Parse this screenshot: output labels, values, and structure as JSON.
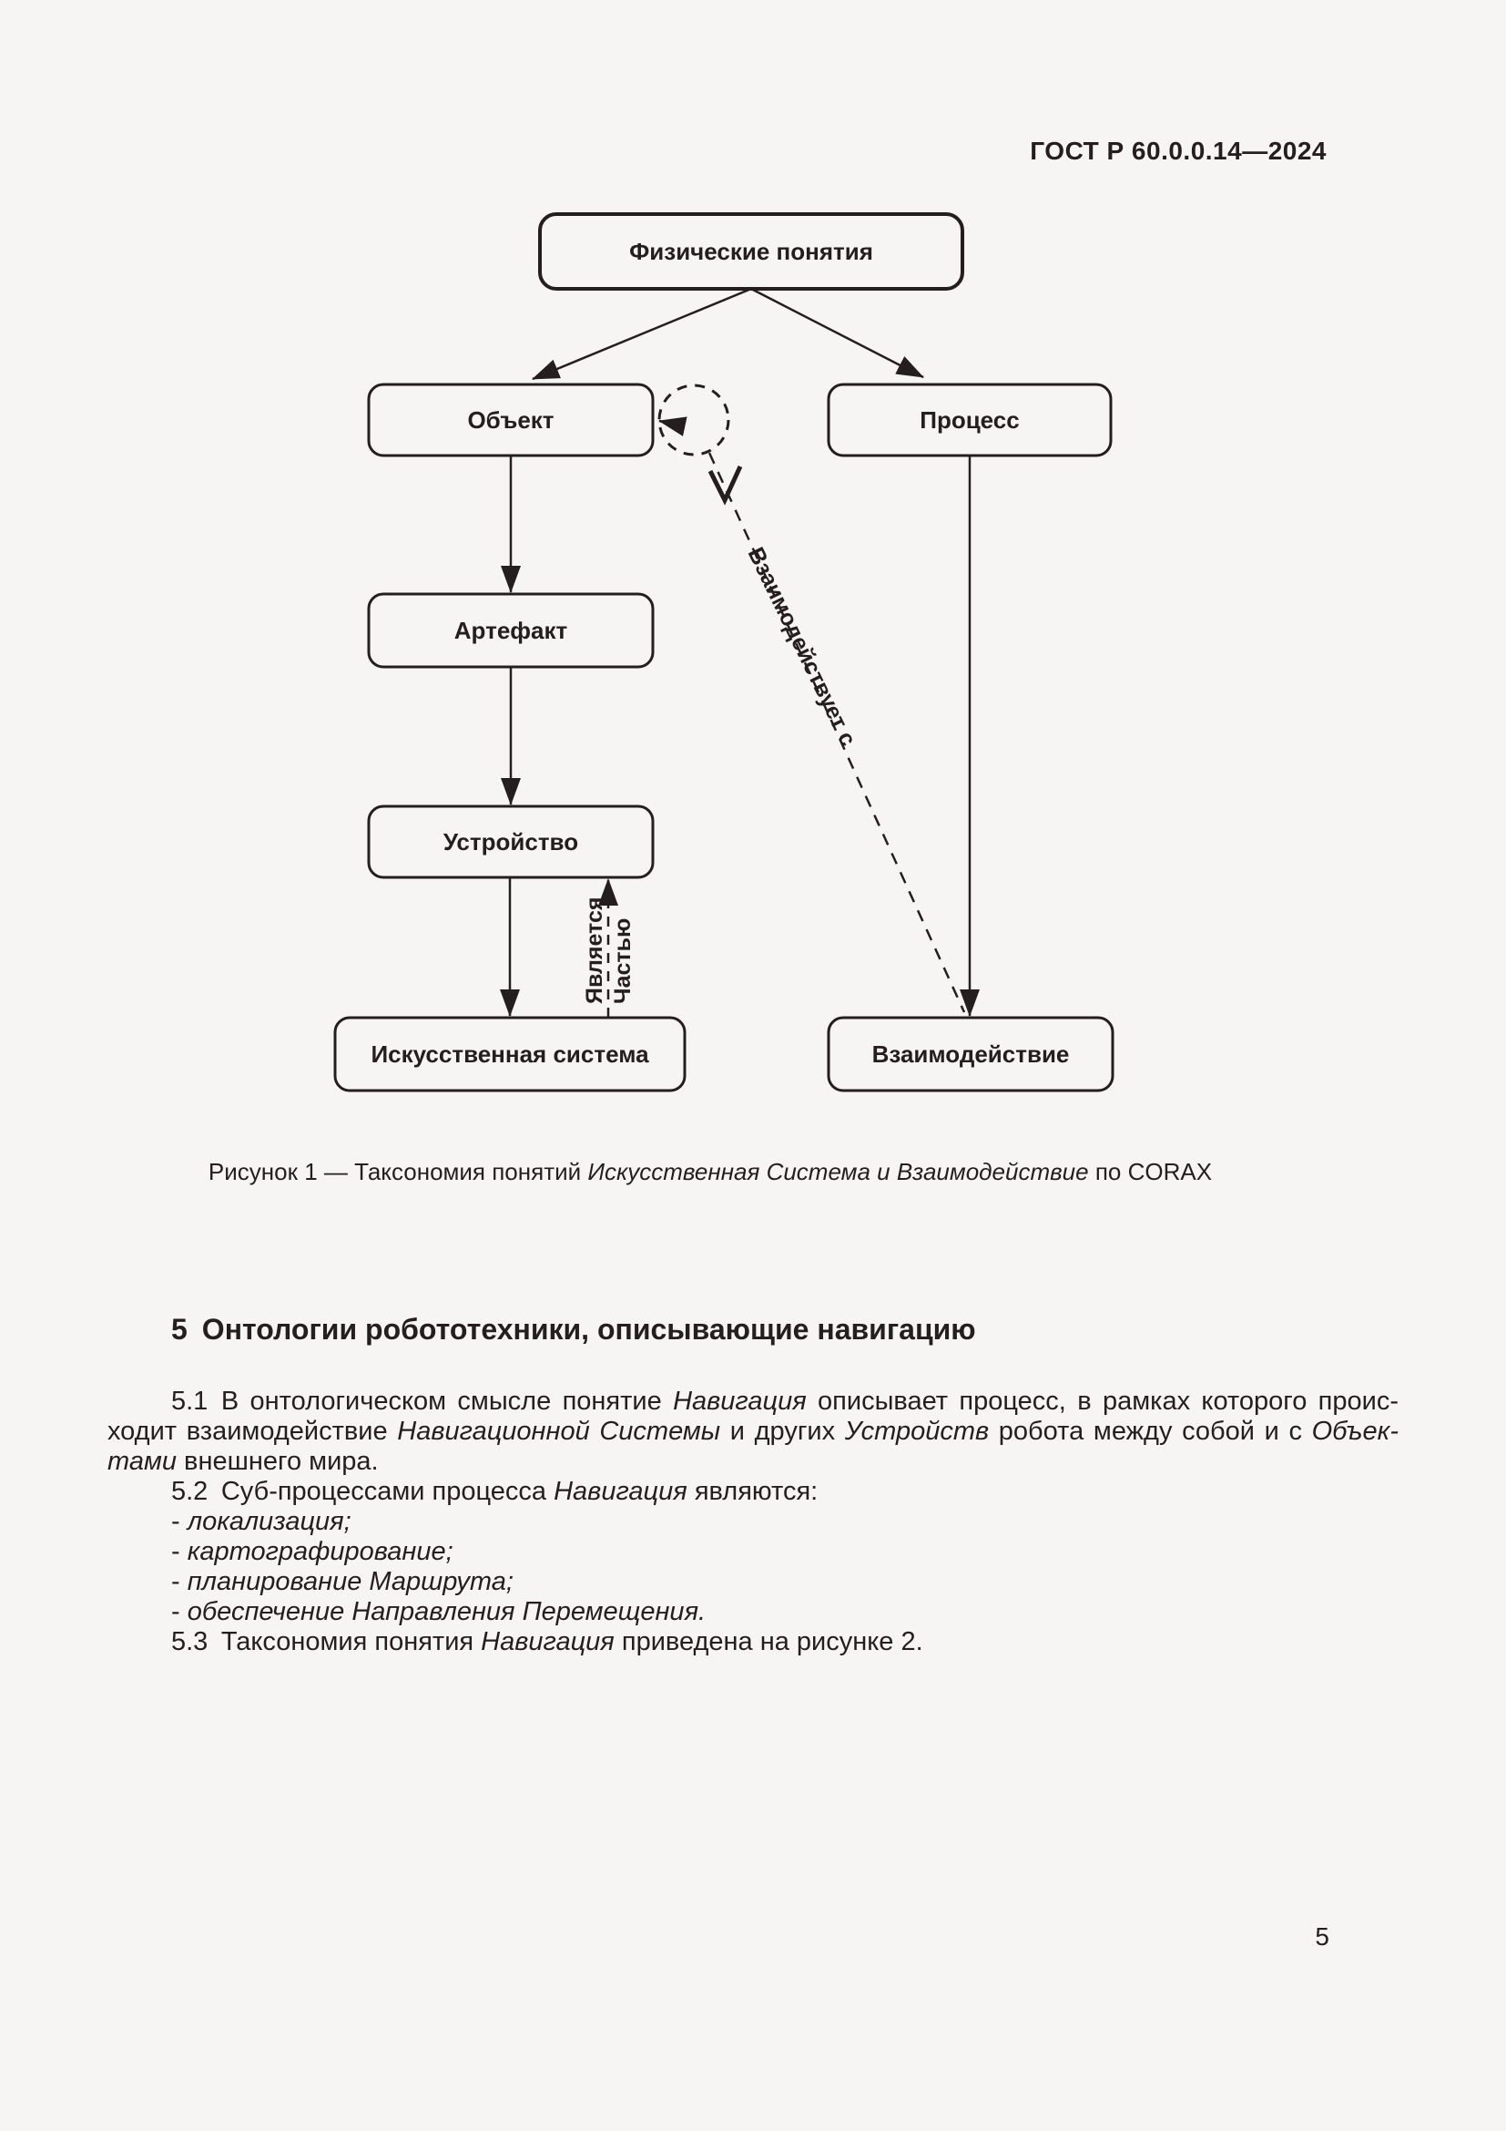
{
  "page": {
    "header_ref": "ГОСТ Р 60.0.0.14—2024",
    "page_number": "5"
  },
  "diagram": {
    "nodes": {
      "physical": "Физические понятия",
      "object": "Объект",
      "process": "Процесс",
      "artifact": "Артефакт",
      "device": "Устройство",
      "artificial_system": "Искусственная система",
      "interaction": "Взаимодействие"
    },
    "edge_labels": {
      "interacts_with": "Взаимодействует с",
      "is_part_of_line1": "Является",
      "is_part_of_line2": "Частью"
    }
  },
  "caption": {
    "runs": [
      {
        "t": "Рисунок 1 — Таксономия понятий "
      },
      {
        "t": "Искусственная Система и Взаимодействие",
        "i": true
      },
      {
        "t": " по CORAX"
      }
    ]
  },
  "section": {
    "heading": "5 Онтологии робототехники, описывающие навигацию",
    "lines": [
      {
        "indent": true,
        "just": true,
        "runs": [
          {
            "t": "5.1 В онтологическом смысле понятие "
          },
          {
            "t": "Навигация",
            "i": true
          },
          {
            "t": " описывает процесс, в рамках которого проис-"
          }
        ]
      },
      {
        "just": true,
        "runs": [
          {
            "t": "ходит взаимодействие "
          },
          {
            "t": "Навигационной Системы",
            "i": true
          },
          {
            "t": " и других "
          },
          {
            "t": "Устройств",
            "i": true
          },
          {
            "t": " робота между собой и с "
          },
          {
            "t": "Объек-",
            "i": true
          }
        ]
      },
      {
        "runs": [
          {
            "t": "тами",
            "i": true
          },
          {
            "t": " внешнего мира."
          }
        ]
      },
      {
        "indent": true,
        "runs": [
          {
            "t": "5.2 Суб-процессами процесса "
          },
          {
            "t": "Навигация",
            "i": true
          },
          {
            "t": " являются:"
          }
        ]
      },
      {
        "indent": true,
        "runs": [
          {
            "t": "- "
          },
          {
            "t": "локализация;",
            "i": true
          }
        ]
      },
      {
        "indent": true,
        "runs": [
          {
            "t": "- "
          },
          {
            "t": "картографирование;",
            "i": true
          }
        ]
      },
      {
        "indent": true,
        "runs": [
          {
            "t": "- "
          },
          {
            "t": "планирование Маршрута;",
            "i": true
          }
        ]
      },
      {
        "indent": true,
        "runs": [
          {
            "t": "- "
          },
          {
            "t": "обеспечение Направления Перемещения.",
            "i": true
          }
        ]
      },
      {
        "indent": true,
        "runs": [
          {
            "t": "5.3 Таксономия понятия "
          },
          {
            "t": "Навигация",
            "i": true
          },
          {
            "t": " приведена на рисунке 2."
          }
        ]
      }
    ]
  }
}
